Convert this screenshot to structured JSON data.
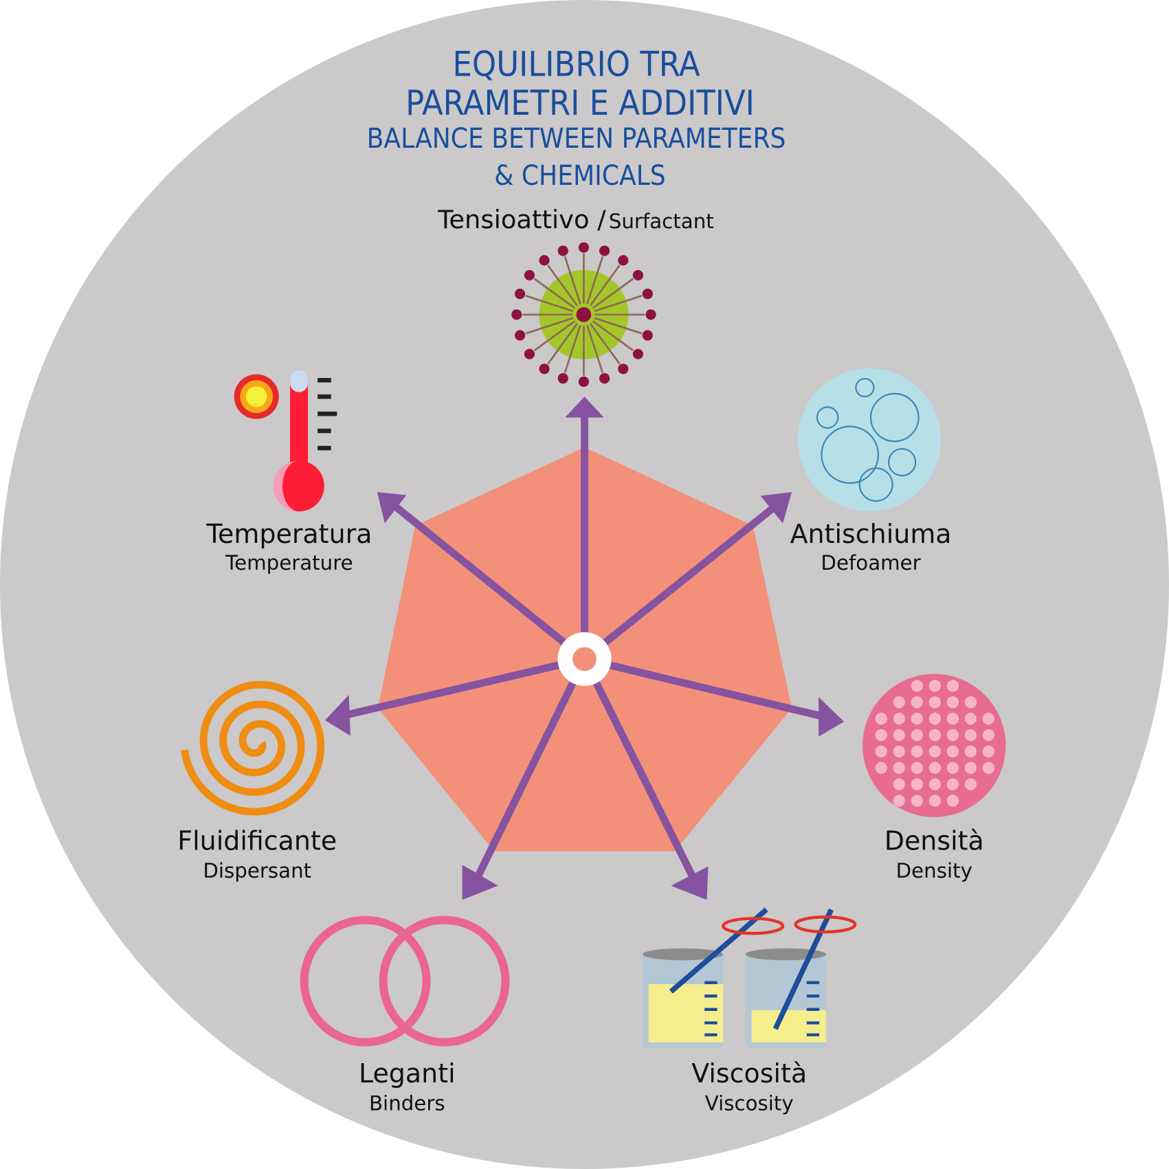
{
  "title": {
    "line1": "EQUILIBRIO TRA",
    "line2": "PARAMETRI E ADDITIVI",
    "line3": "BALANCE BETWEEN PARAMETERS",
    "line4": "& CHEMICALS"
  },
  "nodes": [
    {
      "it": "Tensioattivo /",
      "en": "Surfactant",
      "icon": "surfactant-micelle-icon"
    },
    {
      "it": "Antischiuma",
      "en": "Defoamer",
      "icon": "bubbles-icon"
    },
    {
      "it": "Densità",
      "en": "Density",
      "icon": "pink-spheres-icon"
    },
    {
      "it": "Viscosità",
      "en": "Viscosity",
      "icon": "beakers-stirring-icon"
    },
    {
      "it": "Leganti",
      "en": "Binders",
      "icon": "interlocked-rings-icon"
    },
    {
      "it": "Fluidificante",
      "en": "Dispersant",
      "icon": "spiral-icon"
    },
    {
      "it": "Temperatura",
      "en": "Temperature",
      "icon": "thermometer-sun-icon"
    }
  ],
  "colors": {
    "background": "#cbc9ca",
    "title": "#1a4e9c",
    "heptagon": "#f2907a",
    "arrow": "#8653a0"
  }
}
